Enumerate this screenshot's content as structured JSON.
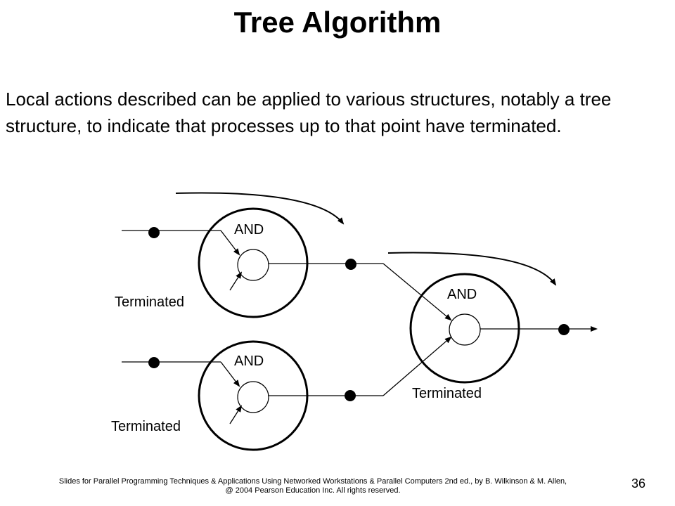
{
  "slide": {
    "title": "Tree Algorithm",
    "body": "Local actions described can be applied to various structures, notably a tree structure, to indicate that processes up to that point have terminated."
  },
  "diagram": {
    "gate_label": "AND",
    "terminated_label": "Terminated"
  },
  "footer": {
    "line1": "Slides for Parallel Programming Techniques & Applications Using Networked Workstations & Parallel Computers 2nd ed., by B. Wilkinson & M. Allen,",
    "line2": "@ 2004 Pearson Education Inc. All rights reserved.",
    "page_number": "36"
  }
}
